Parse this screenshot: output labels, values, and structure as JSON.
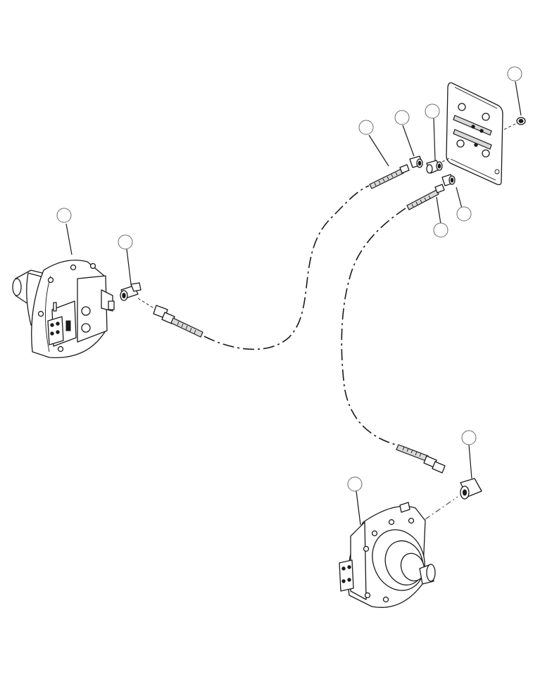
{
  "diagram": {
    "type": "exploded-parts-drawing",
    "callout_count": 10,
    "callouts": [
      {
        "id": "callout-1",
        "label": ""
      },
      {
        "id": "callout-2",
        "label": ""
      },
      {
        "id": "callout-3",
        "label": ""
      },
      {
        "id": "callout-4",
        "label": ""
      },
      {
        "id": "callout-5",
        "label": ""
      },
      {
        "id": "callout-6",
        "label": ""
      },
      {
        "id": "callout-7",
        "label": ""
      },
      {
        "id": "callout-8",
        "label": ""
      },
      {
        "id": "callout-9",
        "label": ""
      },
      {
        "id": "callout-10",
        "label": ""
      }
    ],
    "colors": {
      "line": "#1a1a1a",
      "bubble_outline": "#6b6b6b",
      "background": "#ffffff"
    }
  }
}
